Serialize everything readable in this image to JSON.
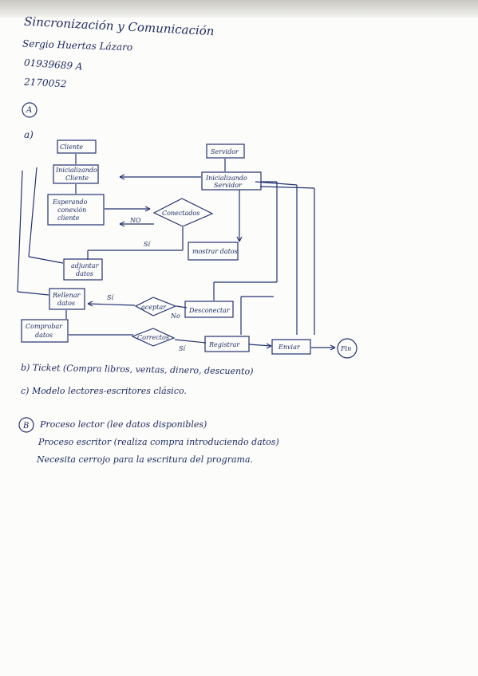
{
  "header": {
    "course": "Sincronización y Comunicación",
    "name": "Sergio Huertas Lázaro",
    "dni": "01939689 A",
    "code": "2170052"
  },
  "question_a": {
    "number": "A",
    "part_a_label": "a)",
    "flowchart": {
      "cliente": "Cliente",
      "servidor": "Servidor",
      "inicializando_cliente": [
        "Inicializando",
        "Cliente"
      ],
      "inicializando_servidor": [
        "Inicializando",
        "Servidor"
      ],
      "esperando": [
        "Esperando",
        "conexión",
        "cliente"
      ],
      "conectados": "Conectados",
      "no_label": "NO",
      "si_label_1": "Sí",
      "si_label_2": "Sí",
      "si_label_3": "Sí",
      "no_label_2": "No",
      "mostrar_datos": "mostrar datos",
      "adjuntar_datos": [
        "adjuntar",
        "datos"
      ],
      "rellenar_datos": [
        "Rellenar",
        "datos"
      ],
      "aceptar": "aceptar",
      "desconectar": "Desconectar",
      "comprobar_datos": [
        "Comprobar",
        "datos"
      ],
      "correctos": "Correctos",
      "registrar": "Registrar",
      "enviar": "Enviar",
      "fin": "Fin"
    },
    "part_b": "b) Ticket (Compra libros, ventas, dinero, descuento)",
    "part_c": "c) Modelo lectores-escritores clásico."
  },
  "question_b": {
    "number": "B",
    "line1": "Proceso lector (lee datos disponibles)",
    "line2": "Proceso escritor (realiza compra introduciendo datos)",
    "line3": "Necesita cerrojo para la escritura del programa."
  }
}
